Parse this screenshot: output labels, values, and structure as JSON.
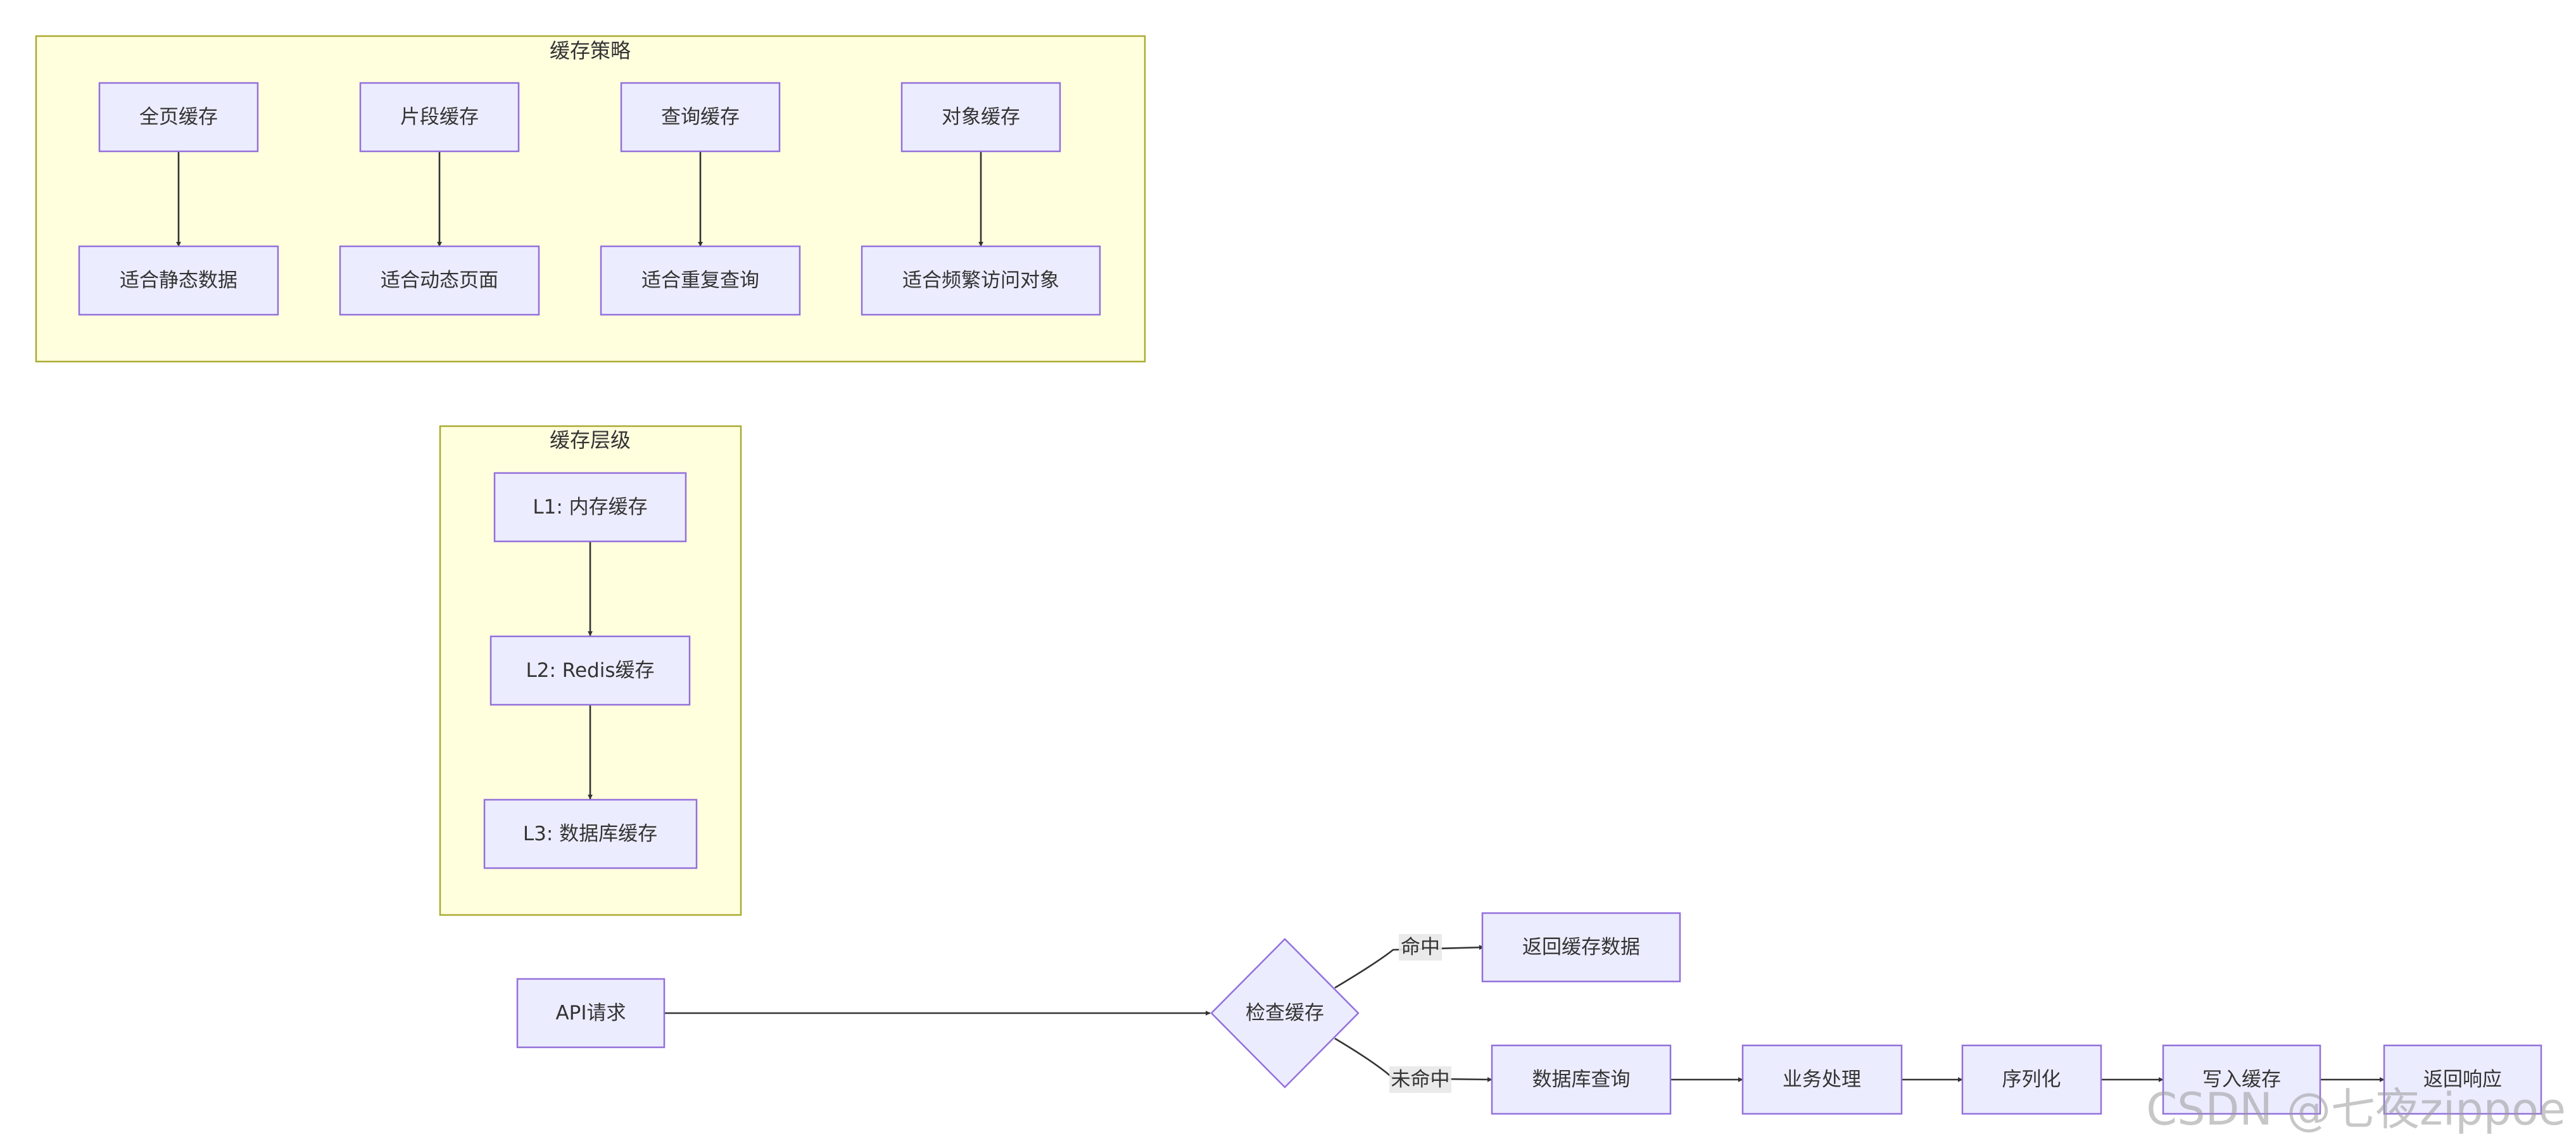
{
  "clusters": {
    "strategy": {
      "title": "缓存策略"
    },
    "levels": {
      "title": "缓存层级"
    }
  },
  "nodes": {
    "full_page": "全页缓存",
    "fragment": "片段缓存",
    "query": "查询缓存",
    "object": "对象缓存",
    "static_data": "适合静态数据",
    "dynamic_page": "适合动态页面",
    "repeat_query": "适合重复查询",
    "frequent_object": "适合频繁访问对象",
    "l1": "L1: 内存缓存",
    "l2": "L2: Redis缓存",
    "l3": "L3: 数据库缓存",
    "api_request": "API请求",
    "check_cache": "检查缓存",
    "return_cached": "返回缓存数据",
    "db_query": "数据库查询",
    "business": "业务处理",
    "serialize": "序列化",
    "write_cache": "写入缓存",
    "return_response": "返回响应"
  },
  "edge_labels": {
    "hit": "命中",
    "miss": "未命中"
  },
  "watermark": "CSDN @七夜zippoe",
  "colors": {
    "node_fill": "#ececff",
    "node_stroke": "#9370db",
    "cluster_fill": "#ffffde",
    "cluster_stroke": "#aaaa33",
    "edge": "#333333"
  }
}
